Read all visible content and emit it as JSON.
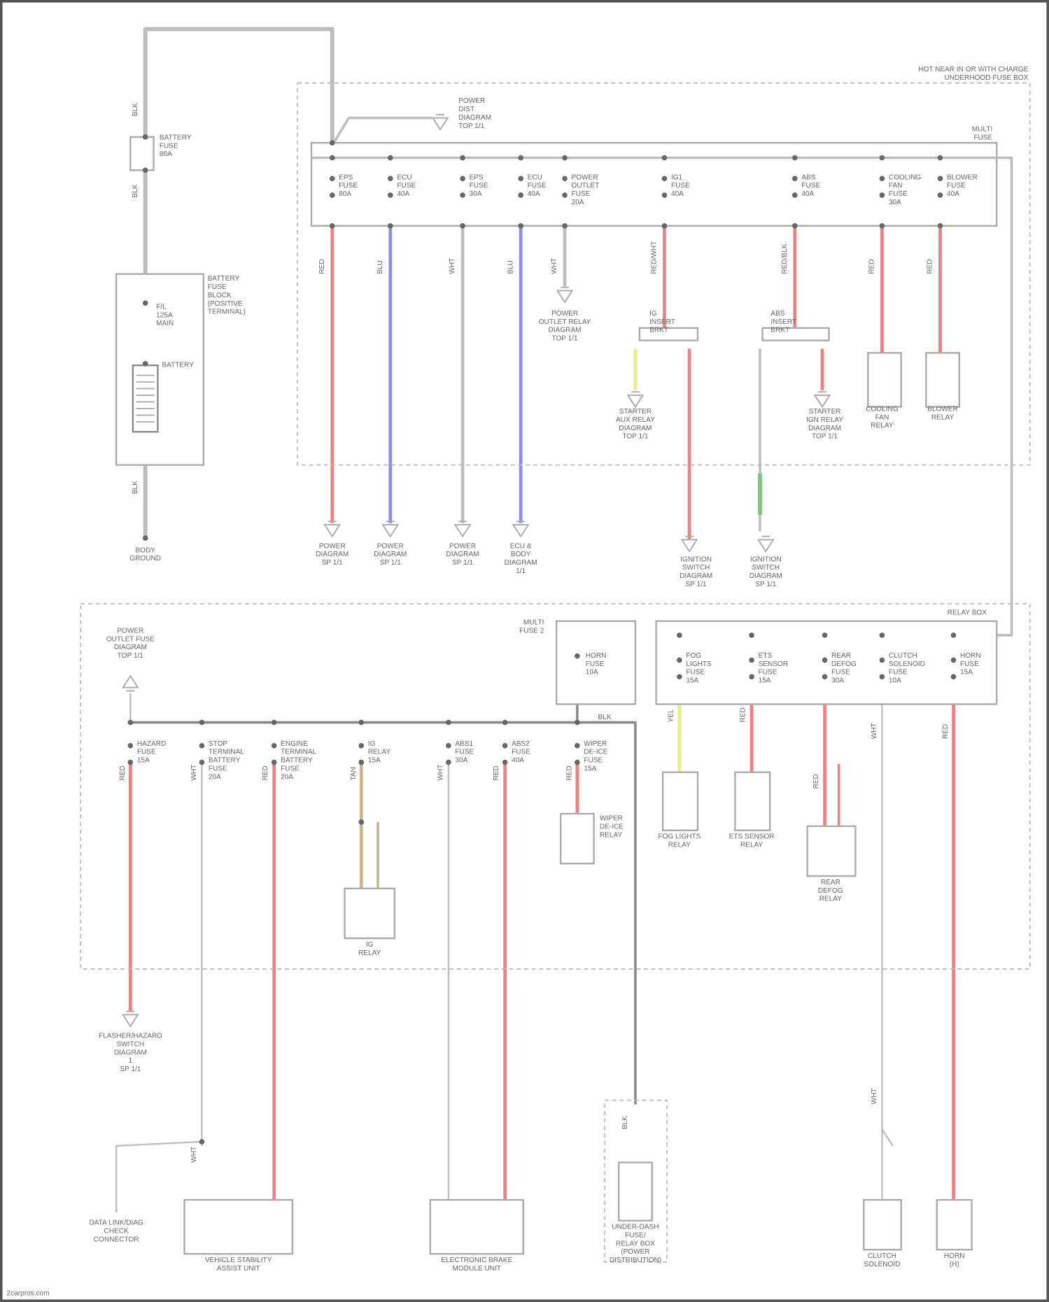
{
  "diagram": {
    "corner_labels": {
      "top_right": [
        "HOT NEAR IN OR WITH CHARGE",
        "UNDERHOOD FUSE BOX"
      ],
      "watermark": "2carpros.com"
    },
    "wire_colors": {
      "red": "#f08080",
      "blue": "#8a8af0",
      "gray": "#bdbdbd",
      "yellow": "#eded80",
      "green": "#7cc87c",
      "tan": "#c8b48a",
      "dark": "#8a8a8a"
    },
    "battery_section": {
      "fuse_label": [
        "BATTERY",
        "FUSE",
        "80A"
      ],
      "block_label": [
        "BATTERY",
        "FUSE",
        "BLOCK",
        "(POSITIVE",
        "TERMINAL)"
      ],
      "main_fuse": [
        "F/L",
        "125A",
        "MAIN"
      ],
      "battery": "BATTERY",
      "ground": [
        "BODY",
        "GROUND"
      ],
      "wire_codes": [
        "BLK",
        "BLK",
        "BLK"
      ]
    },
    "top_section": {
      "power_dist": [
        "POWER",
        "DIST",
        "DIAGRAM",
        "TOP 1/1"
      ],
      "fusebox_title": [
        "MULTI",
        "FUSE"
      ],
      "fuses": [
        [
          "EPS",
          "FUSE",
          "80A"
        ],
        [
          "ECU",
          "FUSE",
          "40A"
        ],
        [
          "EPS",
          "FUSE",
          "30A"
        ],
        [
          "ECU",
          "FUSE",
          "40A"
        ],
        [
          "POWER",
          "OUTLET",
          "FUSE",
          "20A"
        ],
        [
          "IG1",
          "FUSE",
          "40A"
        ],
        [
          "ABS",
          "FUSE",
          "40A"
        ],
        [
          "COOLING",
          "FAN",
          "FUSE",
          "30A"
        ],
        [
          "BLOWER",
          "FUSE",
          "40A"
        ]
      ],
      "wire_codes": [
        "RED",
        "BLU",
        "WHT",
        "BLU",
        "WHT",
        "RED/WHT",
        "RED/BLK",
        "RED",
        "RED"
      ],
      "outlet_ref": [
        "POWER",
        "OUTLET RELAY",
        "DIAGRAM",
        "TOP 1/1"
      ],
      "relay_a_pins": [
        "IG",
        "INSERT",
        "BRKT"
      ],
      "relay_b_pins": [
        "ABS",
        "INSERT",
        "BRKT"
      ],
      "relay_a_ref": [
        "STARTER",
        "AUX RELAY",
        "DIAGRAM",
        "TOP 1/1"
      ],
      "relay_b_ref": [
        "STARTER",
        "IGN RELAY",
        "DIAGRAM",
        "TOP 1/1"
      ],
      "cooling_relay": [
        "COOLING",
        "FAN",
        "RELAY"
      ],
      "blower_relay": [
        "BLOWER",
        "RELAY"
      ],
      "grounds": [
        [
          "POWER",
          "DIAGRAM",
          "SP 1/1"
        ],
        [
          "POWER",
          "DIAGRAM",
          "SP 1/1"
        ],
        [
          "POWER",
          "DIAGRAM",
          "SP 1/1"
        ],
        [
          "ECU &",
          "BODY",
          "DIAGRAM",
          "1/1"
        ]
      ],
      "ign_refs": [
        [
          "IGNITION",
          "SWITCH",
          "DIAGRAM",
          "SP 1/1"
        ],
        [
          "IGNITION",
          "SWITCH",
          "DIAGRAM",
          "SP 1/1"
        ]
      ]
    },
    "lower_section": {
      "title": "RELAY BOX",
      "small_fuse_title": [
        "MULTI",
        "FUSE 2"
      ],
      "small_fuse": [
        "HORN",
        "FUSE",
        "10A"
      ],
      "bus_code": "BLK",
      "up_ref": [
        "POWER",
        "OUTLET FUSE",
        "DIAGRAM",
        "TOP 1/1"
      ],
      "box_fuses": [
        [
          "FOG",
          "LIGHTS",
          "FUSE",
          "15A"
        ],
        [
          "ETS",
          "SENSOR",
          "FUSE",
          "15A"
        ],
        [
          "REAR",
          "DEFOG",
          "FUSE",
          "30A"
        ],
        [
          "CLUTCH",
          "SOLENOID",
          "FUSE",
          "10A"
        ],
        [
          "HORN",
          "FUSE",
          "15A"
        ]
      ],
      "bus_fuses": [
        [
          "HAZARD",
          "FUSE",
          "15A"
        ],
        [
          "STOP",
          "TERMINAL",
          "BATTERY",
          "FUSE",
          "20A"
        ],
        [
          "ENGINE",
          "TERMINAL",
          "BATTERY",
          "FUSE",
          "20A"
        ],
        [
          "IG",
          "RELAY",
          "15A"
        ],
        [
          "ABS1",
          "FUSE",
          "30A"
        ],
        [
          "ABS2",
          "FUSE",
          "40A"
        ],
        [
          "WIPER",
          "DE-ICE",
          "FUSE",
          "15A"
        ]
      ],
      "relays": {
        "fog": [
          "FOG LIGHTS",
          "RELAY"
        ],
        "ets": [
          "ETS SENSOR",
          "RELAY"
        ],
        "defog": [
          "REAR",
          "DEFOG",
          "RELAY"
        ],
        "ig": [
          "IG",
          "RELAY"
        ],
        "wiper": [
          "WIPER",
          "DE-ICE",
          "RELAY"
        ]
      },
      "hazard_ref": [
        "FLASHER/HAZARD",
        "SWITCH",
        "DIAGRAM",
        "1",
        "SP 1/1"
      ],
      "bottom": {
        "connector": [
          "DATA LINK/DIAG",
          "CHECK",
          "CONNECTOR"
        ],
        "abs_unit": [
          "VEHICLE STABILITY",
          "ASSIST UNIT"
        ],
        "ebd_unit": [
          "ELECTRONIC BRAKE",
          "MODULE UNIT"
        ],
        "horn_unit": [
          "UNDER-DASH",
          "FUSE/",
          "RELAY BOX",
          "(POWER",
          "DISTRIBUTION)"
        ],
        "clutch": [
          "CLUTCH",
          "SOLENOID"
        ],
        "horn": [
          "HORN",
          "(H)"
        ]
      },
      "wire_codes": [
        "RED",
        "WHT",
        "RED",
        "TAN",
        "WHT",
        "RED",
        "RED",
        "YEL",
        "RED",
        "RED",
        "WHT",
        "RED",
        "BLK",
        "WHT",
        "WHT"
      ]
    }
  }
}
